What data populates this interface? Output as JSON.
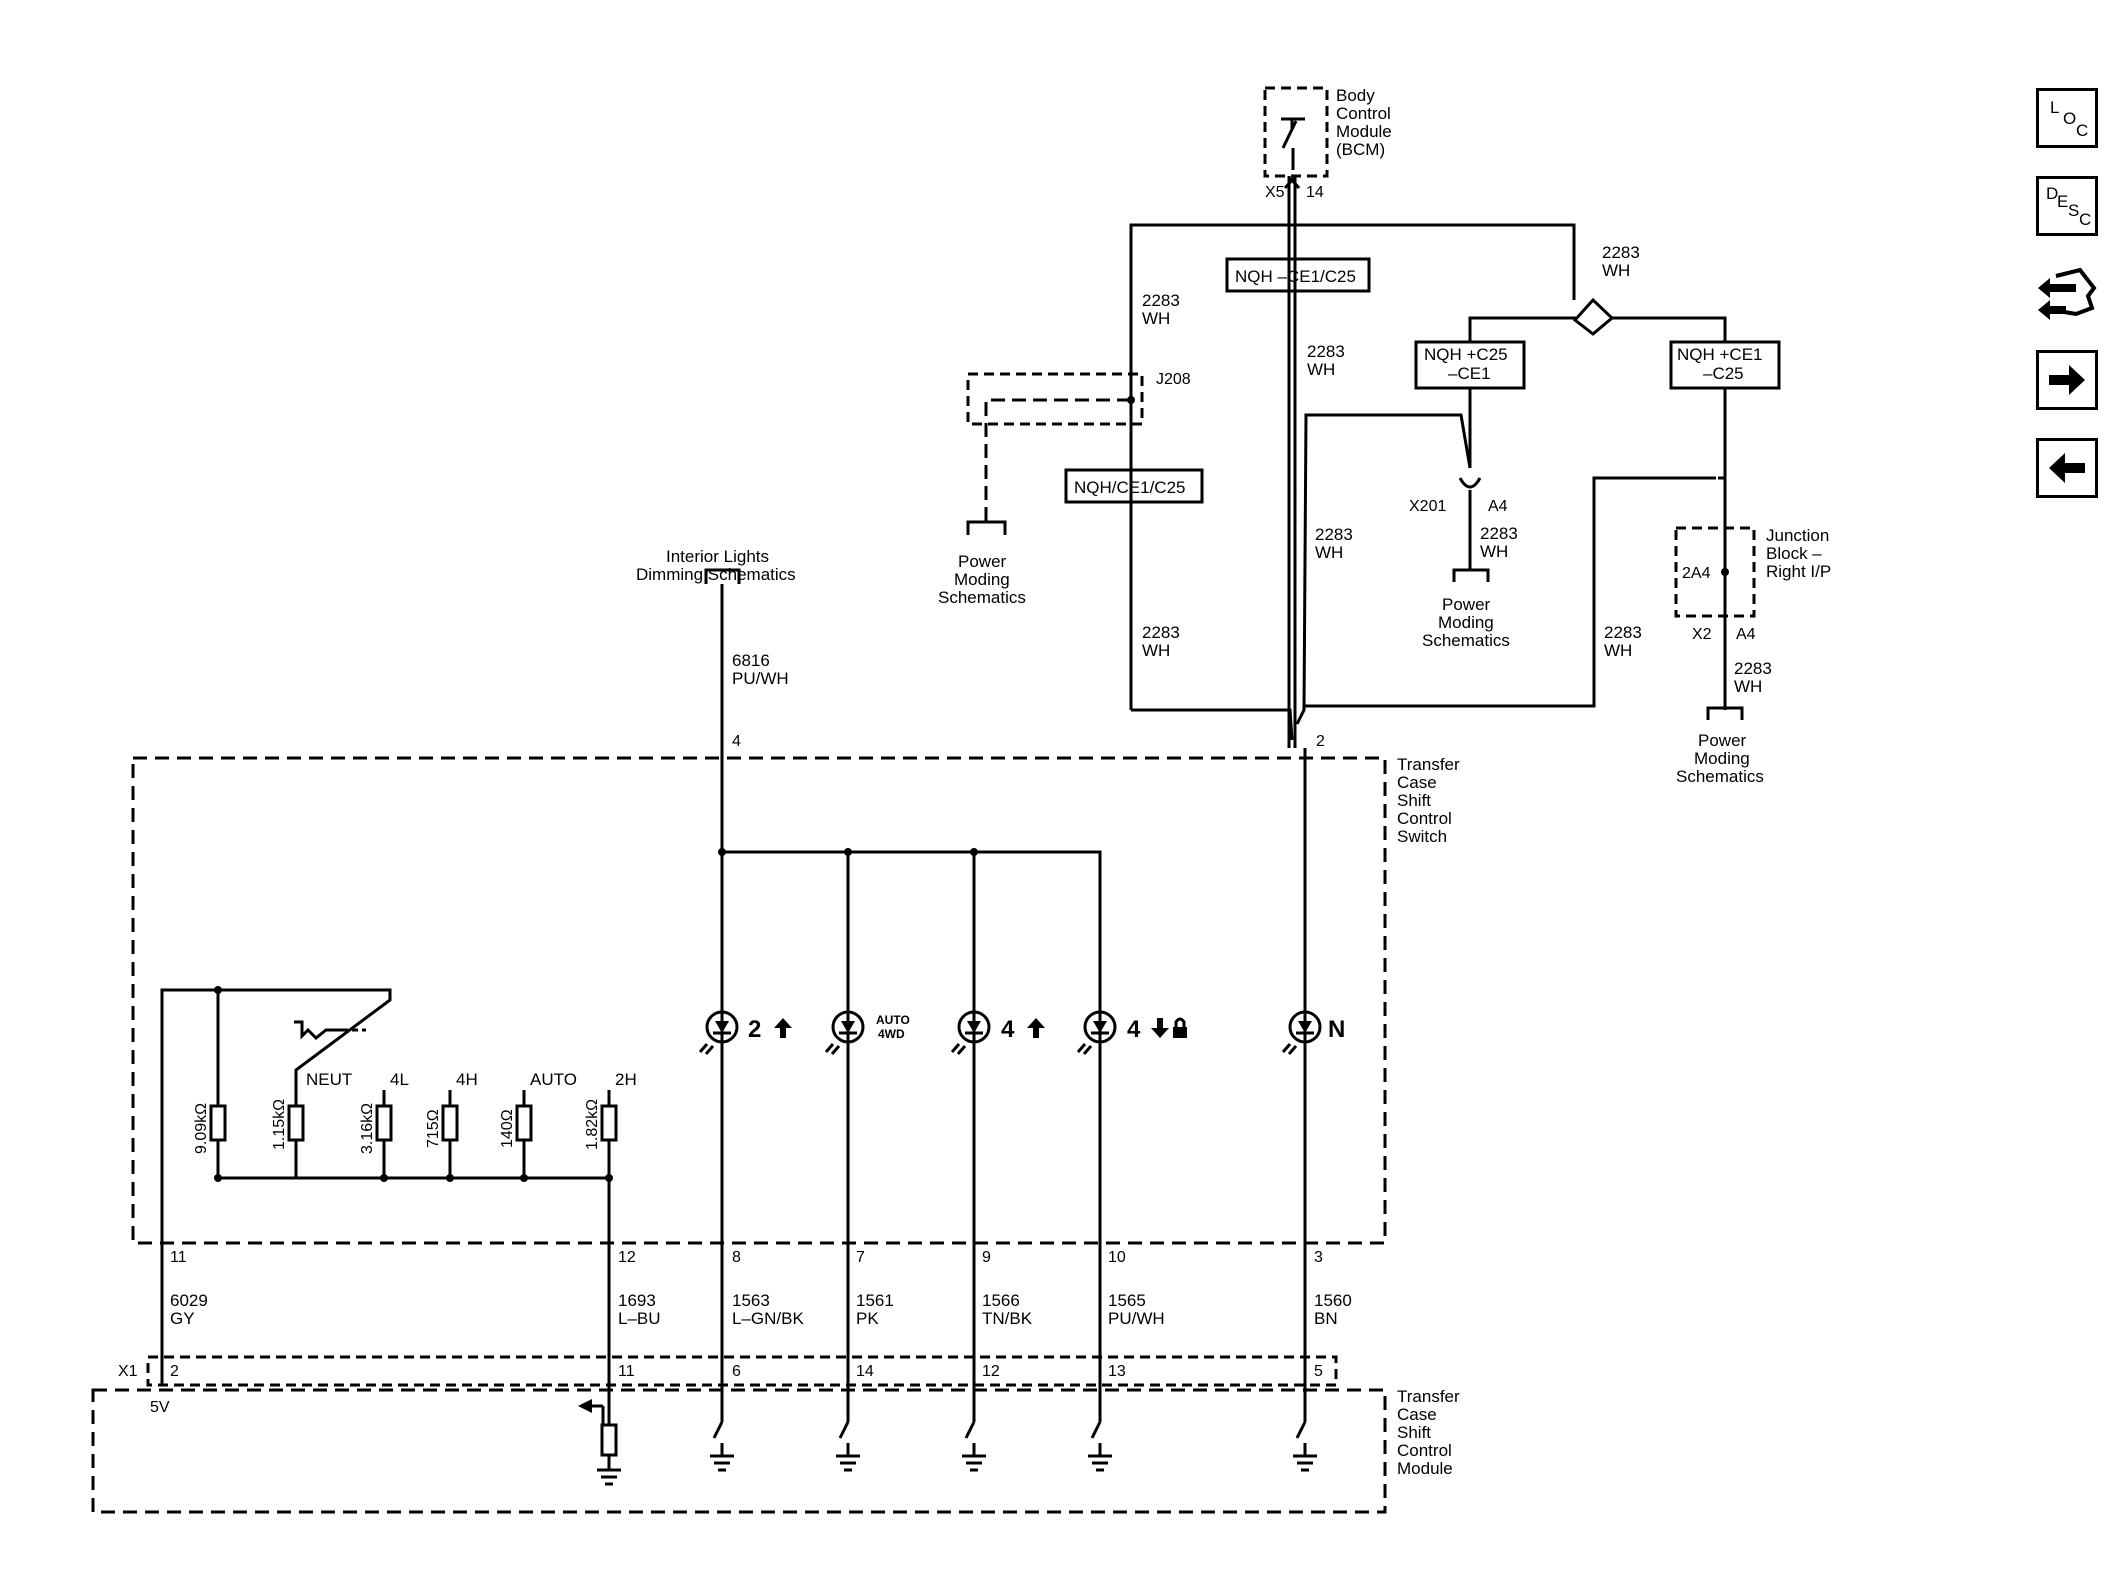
{
  "diagram": {
    "bcm": {
      "lines": [
        "Body",
        "Control",
        "Module",
        "(BCM)"
      ],
      "conn": "X5",
      "pin": "14"
    },
    "wire_2283": {
      "circuit": "2283",
      "color": "WH"
    },
    "opt_codes": {
      "center": "NQH –CE1/C25",
      "left": "NQH/CE1/C25",
      "mid": [
        "NQH +C25",
        "–CE1"
      ],
      "right": [
        "NQH +CE1",
        "–C25"
      ]
    },
    "splice_j208": "J208",
    "power_moding": [
      "Power",
      "Moding",
      "Schematics"
    ],
    "x201": {
      "conn": "X201",
      "pin": "A4"
    },
    "junction_block": {
      "lines": [
        "Junction",
        "Block –",
        "Right I/P"
      ],
      "inner": "2A4",
      "conn": "X2",
      "pin": "A4"
    },
    "interior_lights": [
      "Interior Lights",
      "Dimming Schematics"
    ],
    "wire_6816": {
      "circuit": "6816",
      "color": "PU/WH"
    },
    "switch": {
      "lines": [
        "Transfer",
        "Case",
        "Shift",
        "Control",
        "Switch"
      ],
      "top_pins": {
        "p4": "4",
        "p2": "2"
      },
      "bottom_pins": [
        "11",
        "12",
        "8",
        "7",
        "9",
        "10",
        "3"
      ],
      "resistors": [
        "9.09kΩ",
        "1.15kΩ",
        "3.16kΩ",
        "715Ω",
        "140Ω",
        "1.82kΩ"
      ],
      "modes": [
        "NEUT",
        "4L",
        "4H",
        "AUTO",
        "2H"
      ],
      "leds": [
        "2",
        "AUTO",
        "4WD",
        "4",
        "4",
        "N"
      ]
    },
    "wires": [
      {
        "circuit": "6029",
        "color": "GY"
      },
      {
        "circuit": "1693",
        "color": "L–BU"
      },
      {
        "circuit": "1563",
        "color": "L–GN/BK"
      },
      {
        "circuit": "1561",
        "color": "PK"
      },
      {
        "circuit": "1566",
        "color": "TN/BK"
      },
      {
        "circuit": "1565",
        "color": "PU/WH"
      },
      {
        "circuit": "1560",
        "color": "BN"
      }
    ],
    "module": {
      "lines": [
        "Transfer",
        "Case",
        "Shift",
        "Control",
        "Module"
      ],
      "conn": "X1",
      "pins": [
        "2",
        "11",
        "6",
        "14",
        "12",
        "13",
        "5"
      ],
      "voltage": "5V"
    }
  },
  "nav": {
    "loc": {
      "a": "L",
      "b": "O",
      "c": "C"
    },
    "desc": {
      "a": "D",
      "b": "E",
      "c": "S",
      "d": "C"
    }
  }
}
